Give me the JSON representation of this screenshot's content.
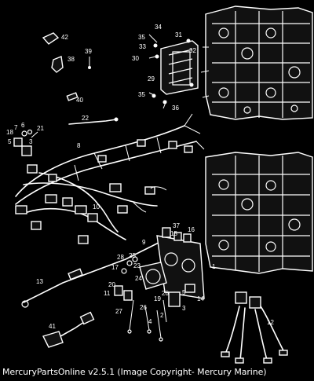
{
  "footer": {
    "caption": "MercuryPartsOnline v2.5.1 (Image Copyright- Mercury Marine)"
  },
  "callouts": [
    {
      "id": "1",
      "label": "1"
    },
    {
      "id": "2",
      "label": "2"
    },
    {
      "id": "3",
      "label": "3"
    },
    {
      "id": "3b",
      "label": "3"
    },
    {
      "id": "4",
      "label": "4"
    },
    {
      "id": "5",
      "label": "5"
    },
    {
      "id": "6",
      "label": "6"
    },
    {
      "id": "7",
      "label": "7"
    },
    {
      "id": "8",
      "label": "8"
    },
    {
      "id": "9",
      "label": "9"
    },
    {
      "id": "10",
      "label": "10"
    },
    {
      "id": "11",
      "label": "11"
    },
    {
      "id": "12",
      "label": "12"
    },
    {
      "id": "13",
      "label": "13"
    },
    {
      "id": "14",
      "label": "14"
    },
    {
      "id": "15",
      "label": "15"
    },
    {
      "id": "16",
      "label": "16"
    },
    {
      "id": "17",
      "label": "17"
    },
    {
      "id": "18",
      "label": "18"
    },
    {
      "id": "19",
      "label": "19"
    },
    {
      "id": "20",
      "label": "20"
    },
    {
      "id": "20b",
      "label": "20"
    },
    {
      "id": "21",
      "label": "21"
    },
    {
      "id": "22",
      "label": "22"
    },
    {
      "id": "23",
      "label": "23"
    },
    {
      "id": "24",
      "label": "24"
    },
    {
      "id": "25",
      "label": "25"
    },
    {
      "id": "26",
      "label": "26"
    },
    {
      "id": "27",
      "label": "27"
    },
    {
      "id": "28",
      "label": "28"
    },
    {
      "id": "29",
      "label": "29"
    },
    {
      "id": "30",
      "label": "30"
    },
    {
      "id": "31",
      "label": "31"
    },
    {
      "id": "32",
      "label": "32"
    },
    {
      "id": "33",
      "label": "33"
    },
    {
      "id": "34",
      "label": "34"
    },
    {
      "id": "35",
      "label": "35"
    },
    {
      "id": "35b",
      "label": "35"
    },
    {
      "id": "36",
      "label": "36"
    },
    {
      "id": "37",
      "label": "37"
    },
    {
      "id": "38",
      "label": "38"
    },
    {
      "id": "39",
      "label": "39"
    },
    {
      "id": "40",
      "label": "40"
    },
    {
      "id": "41",
      "label": "41"
    },
    {
      "id": "42",
      "label": "42"
    }
  ]
}
